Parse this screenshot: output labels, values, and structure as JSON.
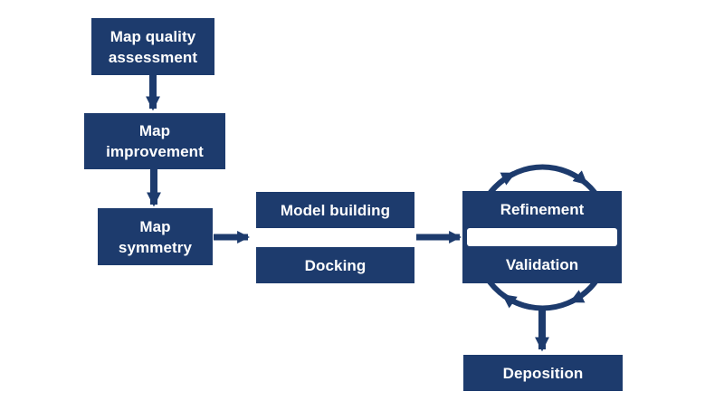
{
  "diagram": {
    "background_color": "#ffffff",
    "node_fill_color": "#1d3b6d",
    "node_text_color": "#ffffff",
    "arrow_color": "#1d3b6d",
    "nodes": {
      "map_quality": {
        "label": "Map quality\nassessment"
      },
      "map_improvement": {
        "label": "Map\nimprovement"
      },
      "map_symmetry": {
        "label": "Map\nsymmetry"
      },
      "model_building": {
        "label": "Model building"
      },
      "docking": {
        "label": "Docking"
      },
      "refinement": {
        "label": "Refinement"
      },
      "validation": {
        "label": "Validation"
      },
      "deposition": {
        "label": "Deposition"
      }
    },
    "edges": [
      {
        "from": "map_quality",
        "to": "map_improvement",
        "type": "arrow"
      },
      {
        "from": "map_improvement",
        "to": "map_symmetry",
        "type": "arrow"
      },
      {
        "from": "map_symmetry",
        "to": "model_building_docking",
        "type": "arrow"
      },
      {
        "from": "model_building_docking",
        "to": "refinement_validation",
        "type": "arrow"
      },
      {
        "between": [
          "refinement",
          "validation"
        ],
        "type": "cycle",
        "direction": "clockwise"
      },
      {
        "from": "refinement_validation",
        "to": "deposition",
        "type": "arrow"
      }
    ]
  }
}
